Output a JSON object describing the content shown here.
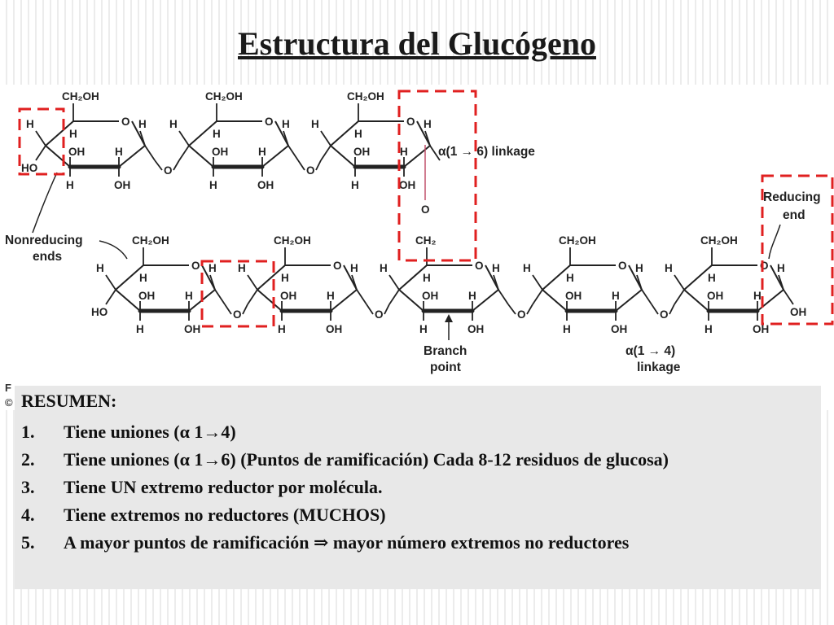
{
  "title": "Estructura del Glucógeno",
  "figure": {
    "labels": {
      "ch2oh": "CH₂OH",
      "ch2": "CH₂",
      "o": "O",
      "h": "H",
      "oh": "OH",
      "ho": "HO"
    },
    "annotations": {
      "alpha16": "α(1 → 6) linkage",
      "reducing_end_l1": "Reducing",
      "reducing_end_l2": "end",
      "nonreducing_l1": "Nonreducing",
      "nonreducing_l2": "ends",
      "branch_l1": "Branch",
      "branch_l2": "point",
      "alpha14_l1": "α(1 → 4)",
      "alpha14_l2": "linkage"
    },
    "credit_l1": "F",
    "credit_l2": "©"
  },
  "summary": {
    "heading": "RESUMEN:",
    "items": [
      {
        "num": "1.",
        "text": "Tiene uniones (α 1→4)"
      },
      {
        "num": "2.",
        "text": "Tiene uniones (α 1→6) (Puntos de ramificación) Cada 8-12 residuos de glucosa)"
      },
      {
        "num": "3.",
        "text": "Tiene UN extremo reductor  por molécula."
      },
      {
        "num": "4.",
        "text": "Tiene extremos no reductores  (MUCHOS)"
      },
      {
        "num": "5.",
        "text": "A mayor puntos de ramificación ⇒ mayor número extremos no reductores"
      }
    ]
  },
  "colors": {
    "highlight": "#e02020",
    "ink": "#222222",
    "summary_bg": "#e8e8e8"
  }
}
